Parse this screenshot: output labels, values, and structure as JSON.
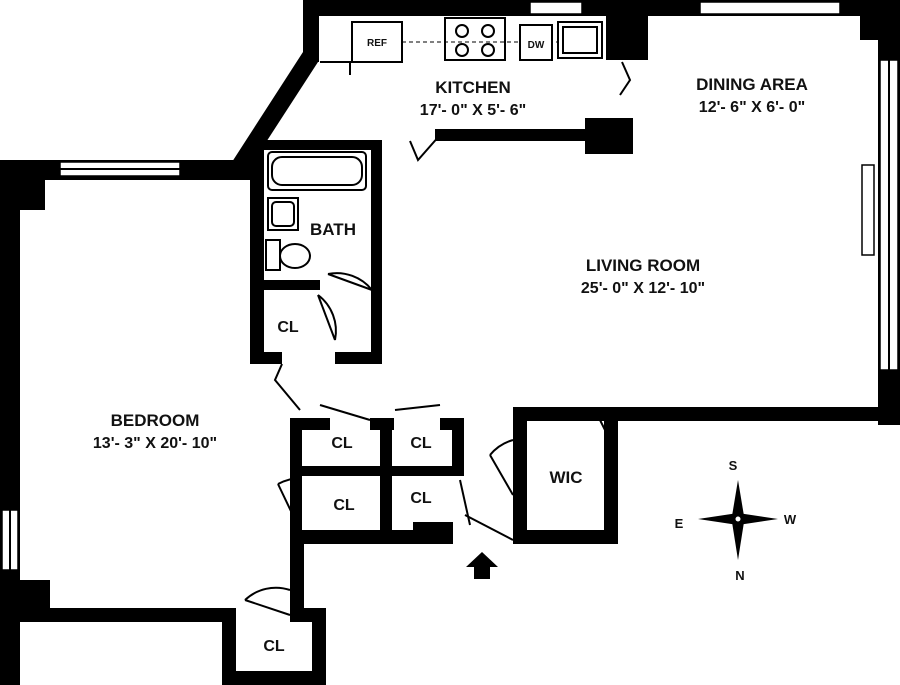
{
  "rooms": {
    "kitchen": {
      "name": "KITCHEN",
      "dims": "17'- 0\" X 5'- 6\""
    },
    "dining": {
      "name": "DINING AREA",
      "dims": "12'- 6\" X 6'- 0\""
    },
    "bath": {
      "name": "BATH"
    },
    "living": {
      "name": "LIVING ROOM",
      "dims": "25'- 0\" X 12'- 10\""
    },
    "bedroom": {
      "name": "BEDROOM",
      "dims": "13'- 3\" X 20'- 10\""
    },
    "wic": {
      "name": "WIC"
    },
    "closet_label": "CL"
  },
  "appliances": {
    "ref": "REF",
    "dw": "DW"
  },
  "compass": {
    "n": "N",
    "s": "S",
    "e": "E",
    "w": "W"
  }
}
